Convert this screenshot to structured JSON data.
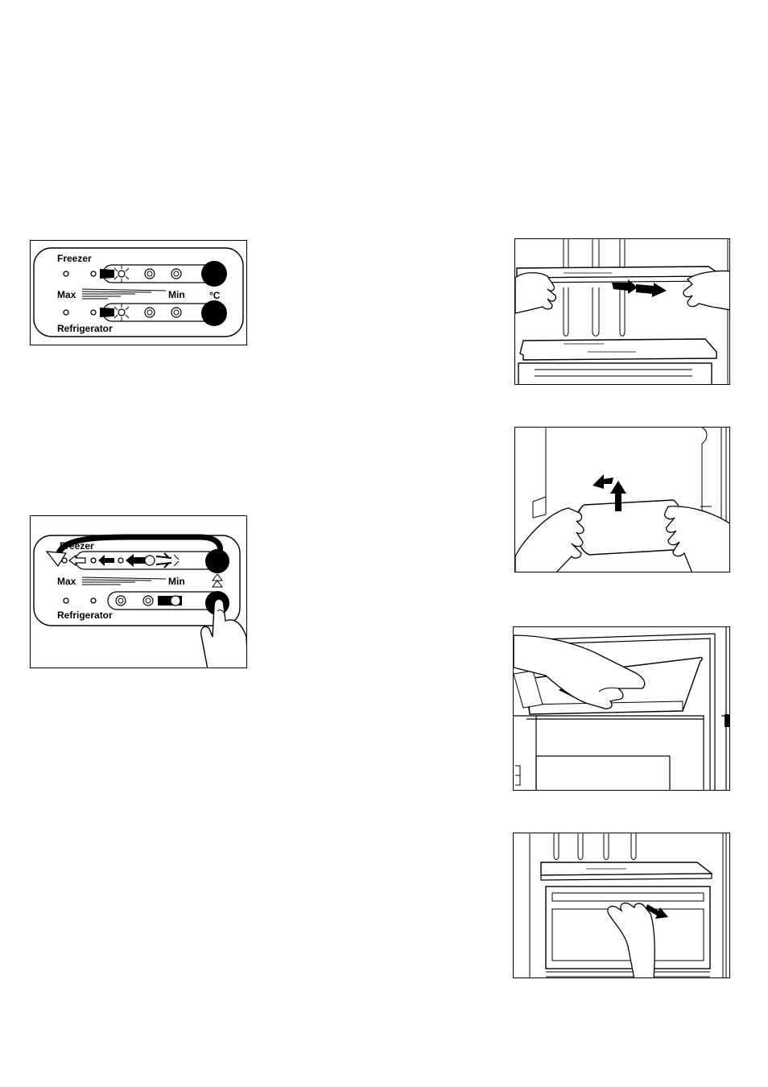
{
  "panel_top": {
    "freezer_label": "Freezer",
    "max_label": "Max",
    "min_label": "Min",
    "unit_label": "°C",
    "refrigerator_label": "Refrigerator"
  },
  "panel_bottom": {
    "freezer_label": "Freezer",
    "max_label": "Max",
    "min_label": "Min",
    "refrigerator_label": "Refrigerator"
  },
  "illustrations": {
    "a": "remove-shelf-icon",
    "b": "remove-light-cover-icon",
    "c": "remove-door-rack-icon",
    "d": "pull-out-drawer-icon"
  }
}
